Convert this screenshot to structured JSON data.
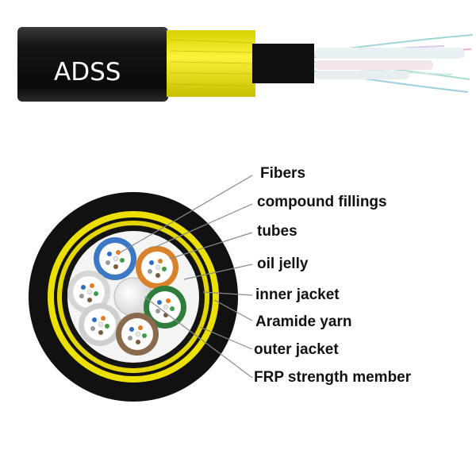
{
  "title": "ADSS",
  "labels": [
    "Fibers",
    "compound fillings",
    "tubes",
    "oil jelly",
    "inner jacket",
    "Aramide yarn",
    "outer jacket",
    "FRP strength member"
  ],
  "colors": {
    "jacket": "#141414",
    "aramid": "#f2e600",
    "gel_fill": "#f4f4f4",
    "tube_blue": "#3d78c4",
    "tube_orange": "#d9822b",
    "tube_green": "#2e7d3a",
    "tube_brown": "#8a6a4c",
    "tube_white": "#d6d6d6",
    "leader_line": "#888888"
  }
}
